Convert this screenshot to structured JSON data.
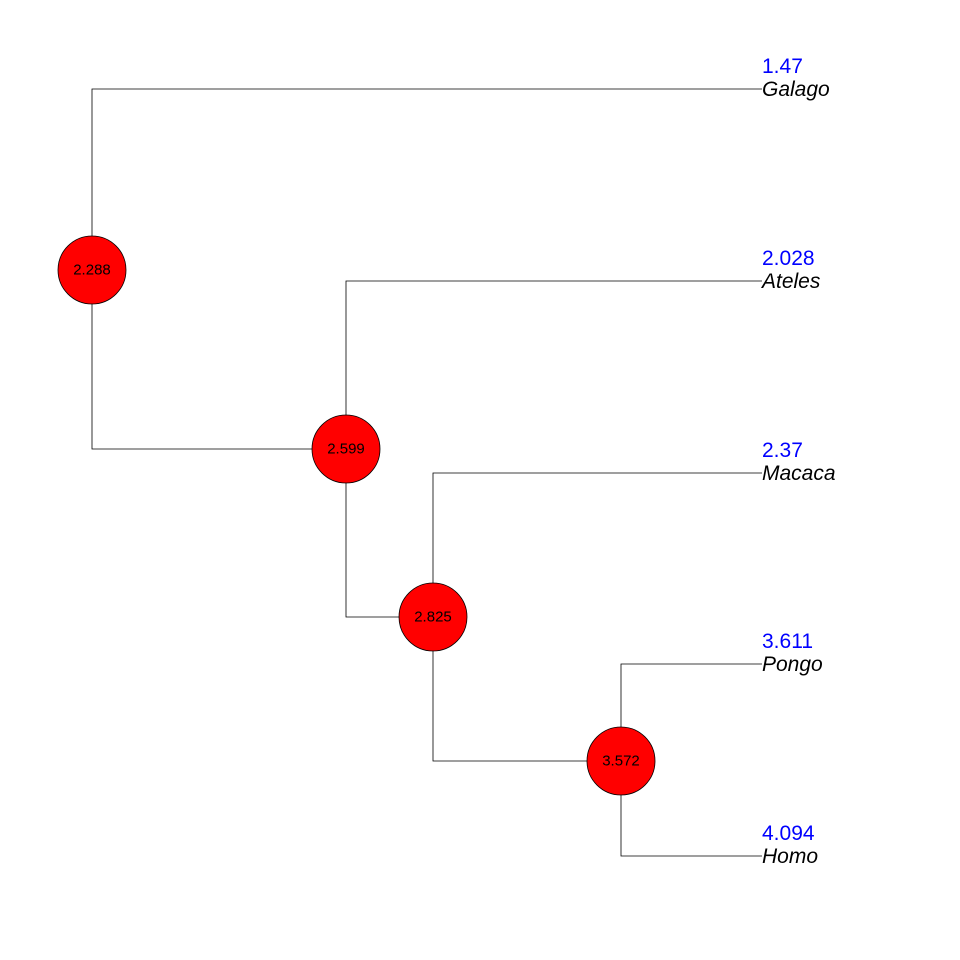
{
  "tree": {
    "tips": [
      {
        "name": "Galago",
        "value": "1.47"
      },
      {
        "name": "Ateles",
        "value": "2.028"
      },
      {
        "name": "Macaca",
        "value": "2.37"
      },
      {
        "name": "Pongo",
        "value": "3.611"
      },
      {
        "name": "Homo",
        "value": "4.094"
      }
    ],
    "nodes": [
      {
        "id": "n1",
        "value": "2.288"
      },
      {
        "id": "n2",
        "value": "2.599"
      },
      {
        "id": "n3",
        "value": "2.825"
      },
      {
        "id": "n4",
        "value": "3.572"
      }
    ],
    "topology": {
      "n1": [
        "Galago",
        "n2"
      ],
      "n2": [
        "Ateles",
        "n3"
      ],
      "n3": [
        "Macaca",
        "n4"
      ],
      "n4": [
        "Pongo",
        "Homo"
      ]
    }
  },
  "colors": {
    "node_fill": "#ff0000",
    "tip_value": "#0000ff",
    "branch": "#000000"
  }
}
